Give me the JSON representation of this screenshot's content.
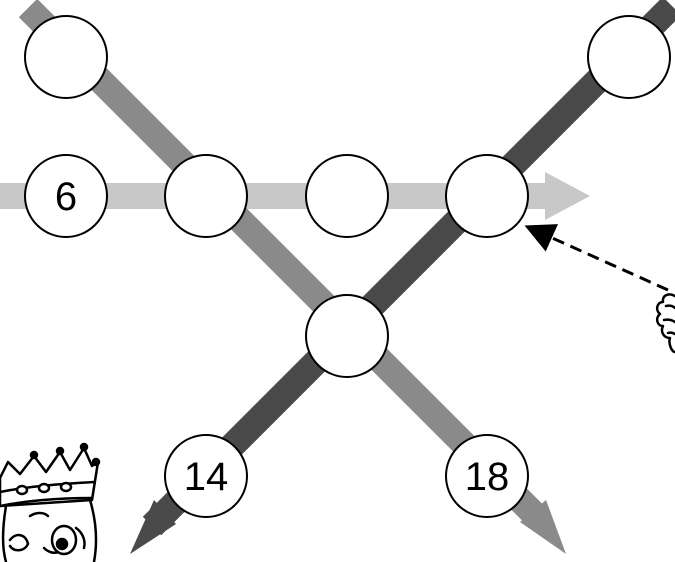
{
  "diagram": {
    "nodes": [
      {
        "id": "n-top-left",
        "value": ""
      },
      {
        "id": "n-top-right",
        "value": ""
      },
      {
        "id": "n-row-start",
        "value": "6"
      },
      {
        "id": "n-row-2",
        "value": ""
      },
      {
        "id": "n-row-3",
        "value": ""
      },
      {
        "id": "n-row-4",
        "value": ""
      },
      {
        "id": "n-center",
        "value": ""
      },
      {
        "id": "n-bottom-left",
        "value": "14"
      },
      {
        "id": "n-bottom-right",
        "value": "18"
      }
    ],
    "colors": {
      "horizontal_arrow": "#c8c8c8",
      "diagonal_down_right": "#8a8a8a",
      "diagonal_down_left": "#4a4a4a",
      "node_fill": "#ffffff",
      "node_stroke": "#000000"
    }
  }
}
